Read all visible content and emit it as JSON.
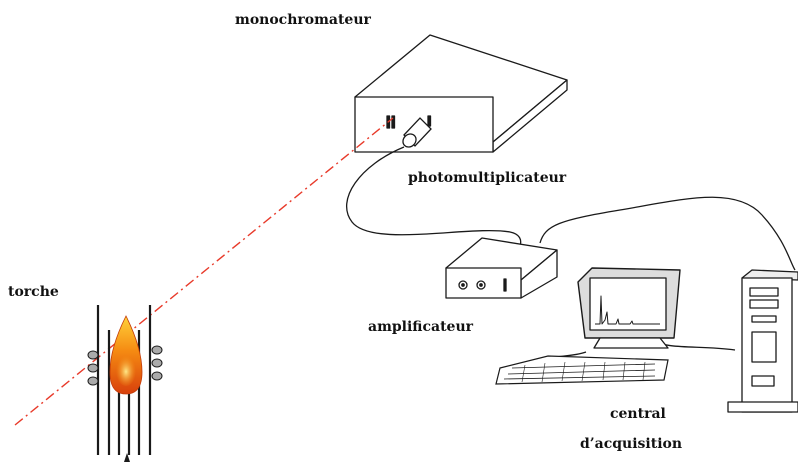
{
  "labels": {
    "monochromator": "monochromateur",
    "photomultiplier": "photomultiplicateur",
    "torch": "torche",
    "amplifier": "amplificateur",
    "acquisition_line1": "central",
    "acquisition_line2": "d’acquisition"
  },
  "colors": {
    "beam": "#e83a2a",
    "flame_outer": "#f07a10",
    "flame_inner": "#ffcf3a",
    "stroke": "#1a1a1a"
  }
}
